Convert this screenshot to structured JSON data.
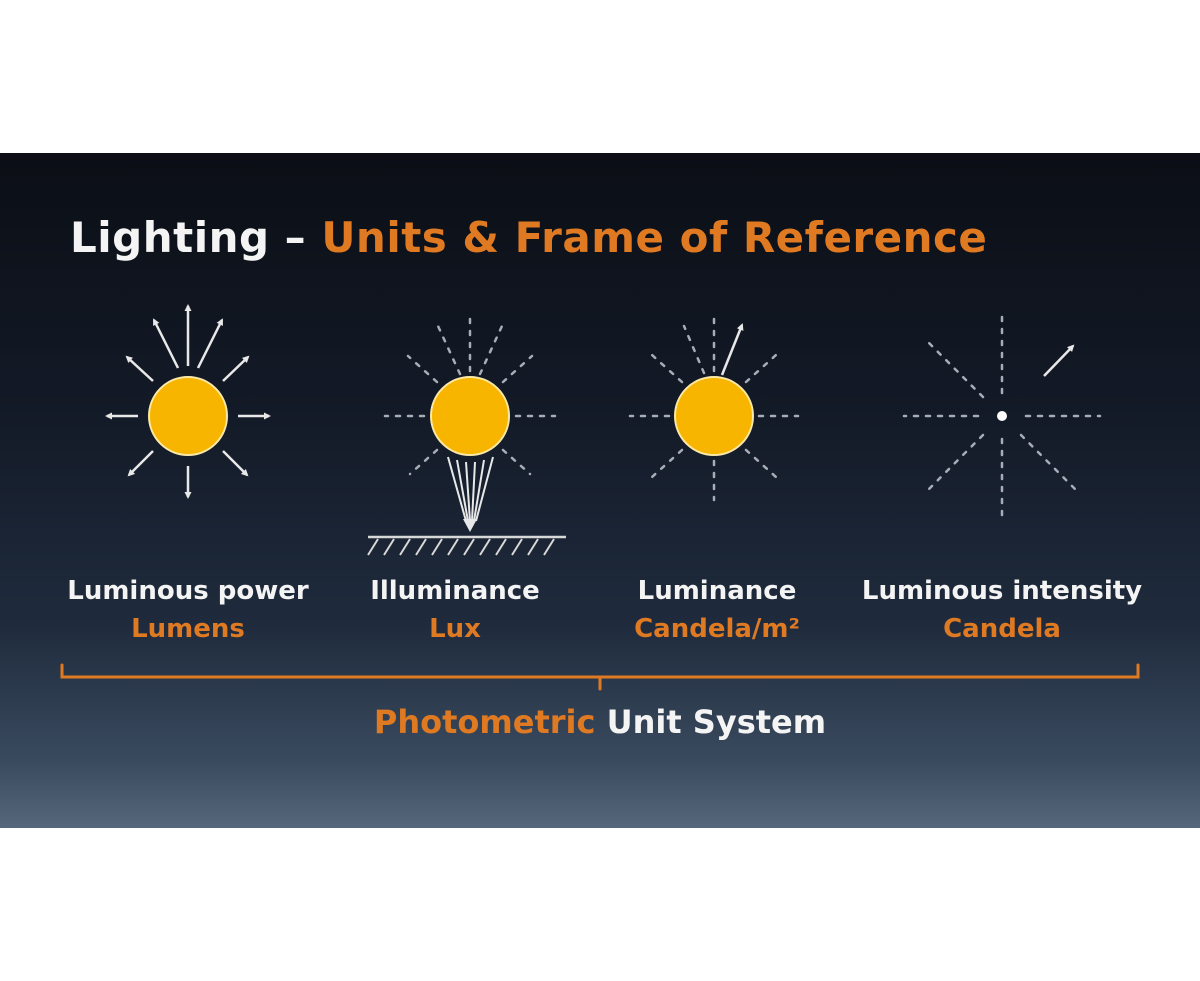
{
  "title": {
    "prefix": "Lighting – ",
    "highlight": "Units & Frame of Reference"
  },
  "quantities": [
    {
      "name": "Luminous power",
      "unit": "Lumens",
      "icon": "sun-radiating-all-directions-icon"
    },
    {
      "name": "Illuminance",
      "unit": "Lux",
      "icon": "sun-illuminating-surface-icon"
    },
    {
      "name": "Luminance",
      "unit": "Candela/m²",
      "icon": "sun-single-direction-icon"
    },
    {
      "name": "Luminous intensity",
      "unit": "Candela",
      "icon": "point-source-single-direction-icon"
    }
  ],
  "footer": {
    "highlight": "Photometric",
    "rest": " Unit System"
  },
  "colors": {
    "accent": "#e07a22",
    "sun": "#f7b500",
    "text": "#f4f4f4"
  }
}
